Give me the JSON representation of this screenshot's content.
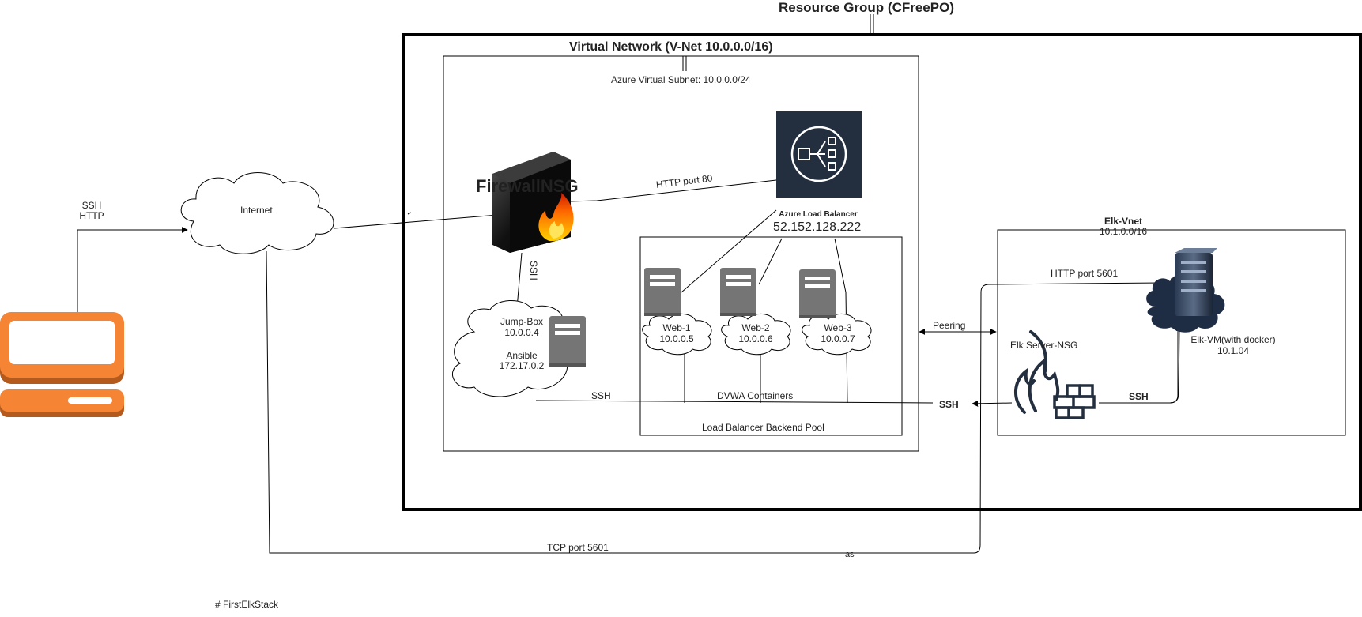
{
  "resource_group": "Resource Group (CFreePO)",
  "vnet": {
    "title": "Virtual Network (V-Net 10.0.0.0/16)",
    "subnet": "Azure Virtual Subnet: 10.0.0.0/24"
  },
  "firewall": {
    "label": "FirewallNSG"
  },
  "internet": {
    "label": "Internet"
  },
  "client": {
    "line1": "SSH",
    "line2": "HTTP"
  },
  "load_balancer": {
    "title": "Azure Load Balancer",
    "ip": "52.152.128.222",
    "link_label": "HTTP port 80"
  },
  "jumpbox": {
    "name": "Jump-Box",
    "ip": "10.0.0.4",
    "ansible": "Ansible",
    "ansible_ip": "172.17.0.2",
    "ssh_to_firewall": "SSH",
    "ssh_to_web": "SSH"
  },
  "backend_pool": {
    "label": "Load Balancer Backend Pool",
    "containers": "DVWA Containers",
    "servers": [
      {
        "name": "Web-1",
        "ip": "10.0.0.5"
      },
      {
        "name": "Web-2",
        "ip": "10.0.0.6"
      },
      {
        "name": "Web-3",
        "ip": "10.0.0.7"
      }
    ]
  },
  "peering": "Peering",
  "elk": {
    "vnet_title": "Elk-Vnet",
    "vnet_cidr": "10.1.0.0/16",
    "http_label": "HTTP port 5601",
    "nsg_label": "Elk Server-NSG",
    "vm_name": "Elk-VM(with docker)",
    "vm_ip": "10.1.04",
    "ssh_left": "SSH",
    "ssh_right": "SSH"
  },
  "tcp_label": "TCP port 5601",
  "as_label": "as",
  "footer": "# FirstElkStack",
  "colors": {
    "laptop": "#f58535",
    "laptop_dark": "#b55a1d",
    "lb_box": "#232f3e",
    "server_gray": "#757575",
    "flame": "#ff6a00",
    "firewall_body": "#1b1b1b"
  }
}
